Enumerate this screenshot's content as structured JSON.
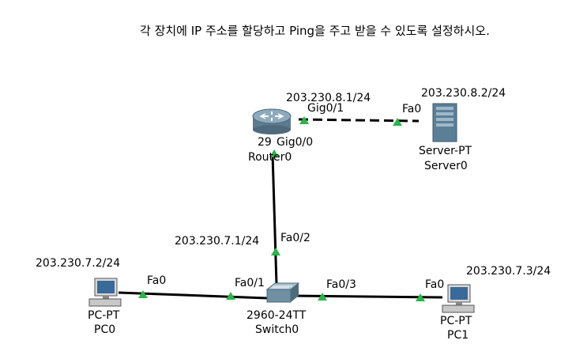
{
  "instruction": "각 장치에 IP  주소를 할당하고 Ping을 주고 받을 수 있도록 설정하시오.",
  "colors": {
    "link": "#000000",
    "port_up": "#2db34a",
    "router_body": "#6f8fa3",
    "server_body": "#5a7f96",
    "screen": "#3a6a9a"
  },
  "router": {
    "model_label": "29",
    "name": "Router0",
    "gig01_port": "Gig0/1",
    "gig00_port": "Gig0/0",
    "gig01_ip": "203.230.8.1/24",
    "gig00_ip": "203.230.7.1/24"
  },
  "server": {
    "model": "Server-PT",
    "name": "Server0",
    "port": "Fa0",
    "ip": "203.230.8.2/24"
  },
  "switch": {
    "model": "2960-24TT",
    "name": "Switch0",
    "port_pc0": "Fa0/1",
    "port_router": "Fa0/2",
    "port_pc1": "Fa0/3"
  },
  "pc0": {
    "model": "PC-PT",
    "name": "PC0",
    "port": "Fa0",
    "ip": "203.230.7.2/24"
  },
  "pc1": {
    "model": "PC-PT",
    "name": "PC1",
    "port": "Fa0",
    "ip": "203.230.7.3/24"
  }
}
